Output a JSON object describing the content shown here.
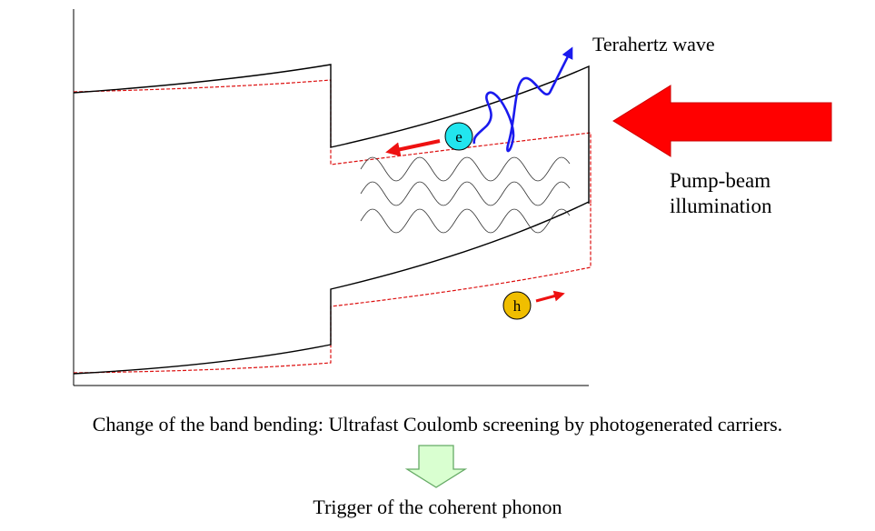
{
  "terahertz_label": "Terahertz wave",
  "pump_label_line1": "Pump-beam",
  "pump_label_line2": "illumination",
  "electron_label": "e",
  "hole_label": "h",
  "caption": "Change of the band bending: Ultrafast Coulomb screening by photogenerated carriers.",
  "trigger_label": "Trigger of the coherent phonon",
  "colors": {
    "band_line": "#000000",
    "band_dashed": "#dd1111",
    "terahertz_wave": "#1a1aee",
    "pump_arrow": "#ff0000",
    "electron": "#22e5ee",
    "hole": "#f0be00",
    "carrier_arrow": "#ee1111",
    "down_arrow_fill": "#d9ffd0",
    "down_arrow_stroke": "#66aa66"
  },
  "icons": {
    "pump_arrow": "left-arrow",
    "down_arrow": "down-arrow"
  }
}
